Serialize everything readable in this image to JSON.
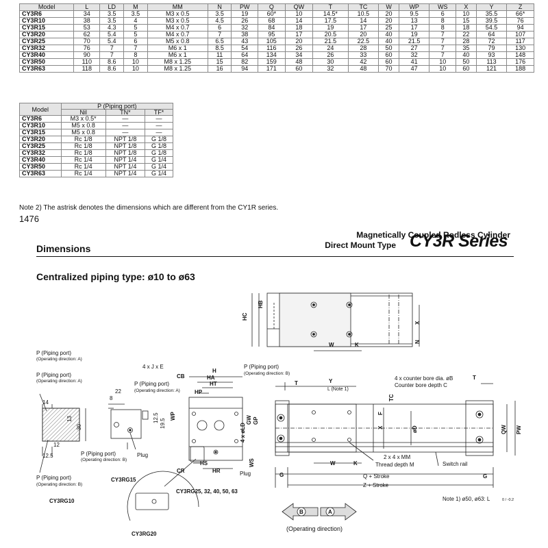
{
  "table1": {
    "headers": [
      "Model",
      "L",
      "LD",
      "M",
      "MM",
      "N",
      "PW",
      "Q",
      "QW",
      "T",
      "TC",
      "W",
      "WP",
      "WS",
      "X",
      "Y",
      "Z"
    ],
    "rows": [
      [
        "CY3R6",
        "34",
        "3.5",
        "3.5",
        "M3 x 0.5",
        "3.5",
        "19",
        "60*",
        "10",
        "14.5*",
        "10.5",
        "20",
        "9.5",
        "6",
        "10",
        "35.5",
        "66*"
      ],
      [
        "CY3R10",
        "38",
        "3.5",
        "4",
        "M3 x 0.5",
        "4.5",
        "26",
        "68",
        "14",
        "17.5",
        "14",
        "20",
        "13",
        "8",
        "15",
        "39.5",
        "76"
      ],
      [
        "CY3R15",
        "53",
        "4.3",
        "5",
        "M4 x 0.7",
        "6",
        "32",
        "84",
        "18",
        "19",
        "17",
        "25",
        "17",
        "8",
        "18",
        "54.5",
        "94"
      ],
      [
        "CY3R20",
        "62",
        "5.4",
        "5",
        "M4 x 0.7",
        "7",
        "38",
        "95",
        "17",
        "20.5",
        "20",
        "40",
        "19",
        "7",
        "22",
        "64",
        "107"
      ],
      [
        "CY3R25",
        "70",
        "5.4",
        "6",
        "M5 x 0.8",
        "6.5",
        "43",
        "105",
        "20",
        "21.5",
        "22.5",
        "40",
        "21.5",
        "7",
        "28",
        "72",
        "117"
      ],
      [
        "CY3R32",
        "76",
        "7",
        "7",
        "M6 x 1",
        "8.5",
        "54",
        "116",
        "26",
        "24",
        "28",
        "50",
        "27",
        "7",
        "35",
        "79",
        "130"
      ],
      [
        "CY3R40",
        "90",
        "7",
        "8",
        "M6 x 1",
        "11",
        "64",
        "134",
        "34",
        "26",
        "33",
        "60",
        "32",
        "7",
        "40",
        "93",
        "148"
      ],
      [
        "CY3R50",
        "110",
        "8.6",
        "10",
        "M8 x 1.25",
        "15",
        "82",
        "159",
        "48",
        "30",
        "42",
        "60",
        "41",
        "10",
        "50",
        "113",
        "176"
      ],
      [
        "CY3R63",
        "118",
        "8.6",
        "10",
        "M8 x 1.25",
        "16",
        "94",
        "171",
        "60",
        "32",
        "48",
        "70",
        "47",
        "10",
        "60",
        "121",
        "188"
      ]
    ]
  },
  "table2": {
    "model_header": "Model",
    "group_header": "P (Piping port)",
    "sub_headers": [
      "Nil",
      "TN*",
      "TF*"
    ],
    "rows": [
      [
        "CY3R6",
        "M3 x 0.5*",
        "—",
        "—"
      ],
      [
        "CY3R10",
        "M5 x 0.8",
        "—",
        "—"
      ],
      [
        "CY3R15",
        "M5 x 0.8",
        "—",
        "—"
      ],
      [
        "CY3R20",
        "Rc 1/8",
        "NPT 1/8",
        "G 1/8"
      ],
      [
        "CY3R25",
        "Rc 1/8",
        "NPT 1/8",
        "G 1/8"
      ],
      [
        "CY3R32",
        "Rc 1/8",
        "NPT 1/8",
        "G 1/8"
      ],
      [
        "CY3R40",
        "Rc 1/4",
        "NPT 1/4",
        "G 1/4"
      ],
      [
        "CY3R50",
        "Rc 1/4",
        "NPT 1/4",
        "G 1/4"
      ],
      [
        "CY3R63",
        "Rc 1/4",
        "NPT 1/4",
        "G 1/4"
      ]
    ]
  },
  "note2": "Note 2) The astrisk denotes the dimensions which are different from the CY1R series.",
  "page_number": "1476",
  "header": {
    "subtitle_line1": "Magnetically Coupled Rodless Cylinder",
    "subtitle_line2": "Direct Mount Type",
    "series": "CY3R Series"
  },
  "section_title": "Dimensions",
  "piping_title": "Centralized piping type: ø10 to ø63",
  "drawing": {
    "p_port": "P (Piping port)",
    "op_a": "(Operating direction: A)",
    "op_b": "(Operating direction: B)",
    "op_a_short": "(Operating direction: A)",
    "cy3rg10": "CY3RG10",
    "cy3rg15": "CY3RG15",
    "cy3rg20": "CY3RG20",
    "cy3rg25": "CY3RG25, 32, 40, 50, 63",
    "plug": "Plug",
    "jxe": "4 x J x E",
    "counter_bore": "4 x counter bore dia. øB",
    "counter_depth": "Counter bore depth C",
    "mm_thread": "2 x 4 x MM",
    "thread_depth": "Thread depth M",
    "switch_rail": "Switch rail",
    "q_stroke": "Q + Stroke",
    "z_stroke": "Z + Stroke",
    "note1": "Note 1) ø50, ø63: L",
    "note1_tol": "0 / -0.2",
    "l_note": "L (Note 1)",
    "dir_b": "B",
    "dir_a": "A",
    "op_direction": "(Operating direction)",
    "dims": {
      "hc": "HC",
      "hb": "HB",
      "x": "X",
      "n": "N",
      "w": "W",
      "k": "K",
      "h": "H",
      "ha": "HA",
      "cb": "CB",
      "ht": "HT",
      "hp": "HP",
      "wp": "WP",
      "gw": "GW",
      "gp": "GP",
      "ld": "4 x øLD",
      "ws": "WS",
      "cr": "CR",
      "hs": "HS",
      "hr": "HR",
      "t": "T",
      "y": "Y",
      "tc": "TC",
      "f": "F",
      "d": "øD",
      "qw": "QW",
      "pw": "PW",
      "g": "G",
      "d14": "14",
      "d13": "13",
      "d30": "30",
      "d12": "12",
      "d125": "12.5",
      "d22": "22",
      "d8": "8",
      "d125b": "12.5",
      "d195": "19.5"
    }
  }
}
